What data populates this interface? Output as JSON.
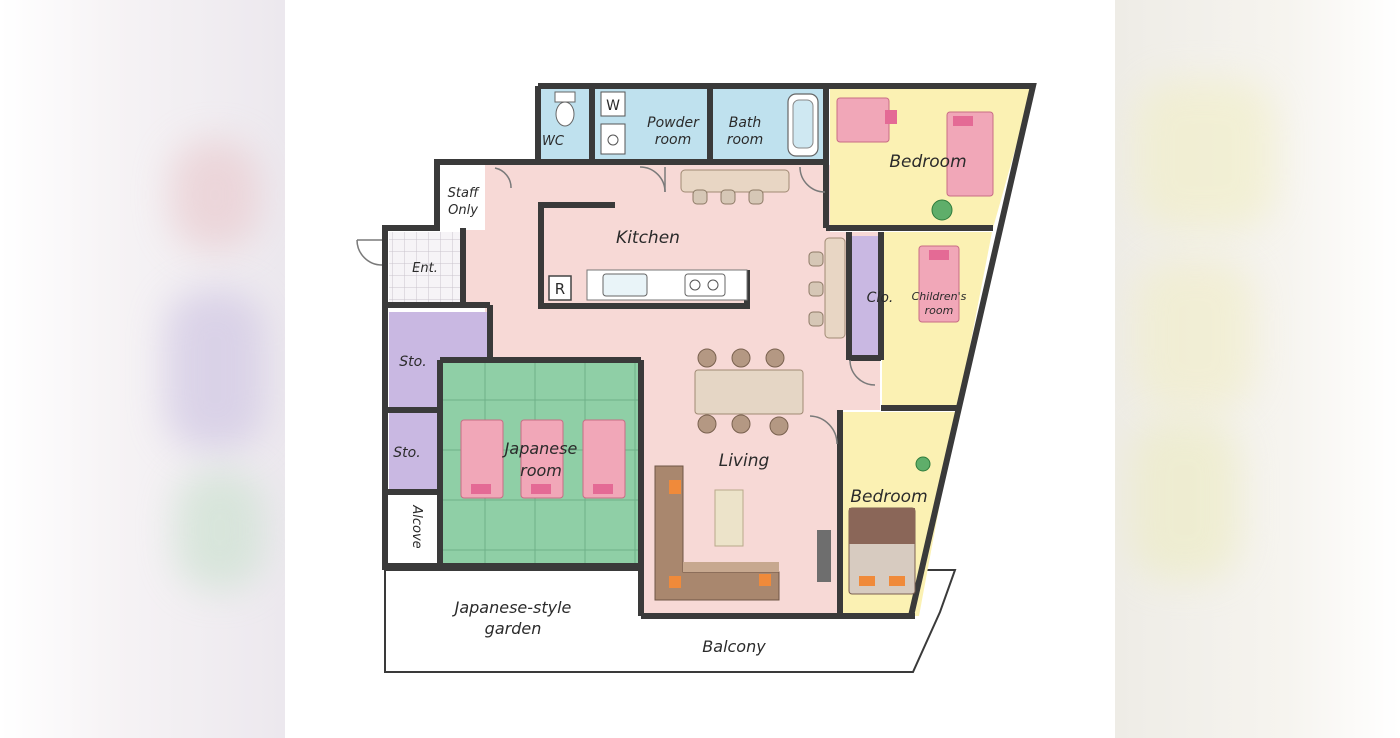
{
  "rooms": {
    "wc": "WC",
    "powder_room_line1": "Powder",
    "powder_room_line2": "room",
    "bath_room_line1": "Bath",
    "bath_room_line2": "room",
    "bedroom_top": "Bedroom",
    "staff_only_line1": "Staff",
    "staff_only_line2": "Only",
    "kitchen": "Kitchen",
    "entrance": "Ent.",
    "closet": "Clo.",
    "childrens_room_line1": "Children's",
    "childrens_room_line2": "room",
    "storage_upper": "Sto.",
    "storage_lower": "Sto.",
    "japanese_room_line1": "Japanese",
    "japanese_room_line2": "room",
    "living": "Living",
    "bedroom_bottom": "Bedroom",
    "alcove": "Alcove",
    "japanese_garden_line1": "Japanese-style",
    "japanese_garden_line2": "garden",
    "balcony": "Balcony"
  },
  "symbols": {
    "washer_mark": "W",
    "refrigerator_mark": "R"
  },
  "colors": {
    "wall": "#3a3a3a",
    "kitchen_living": "#f7d9d6",
    "wet_rooms": "#bfe1ee",
    "bedroom": "#fbf1b3",
    "japanese_room": "#8fcfa6",
    "storage": "#c9b8e2",
    "entrance": "#f3f1f4"
  },
  "icons": [
    "bed-icon",
    "plant-icon",
    "sofa-icon",
    "dining-table-icon",
    "stove-icon",
    "sink-icon",
    "toilet-icon",
    "bathtub-icon",
    "door-swing-icon"
  ]
}
